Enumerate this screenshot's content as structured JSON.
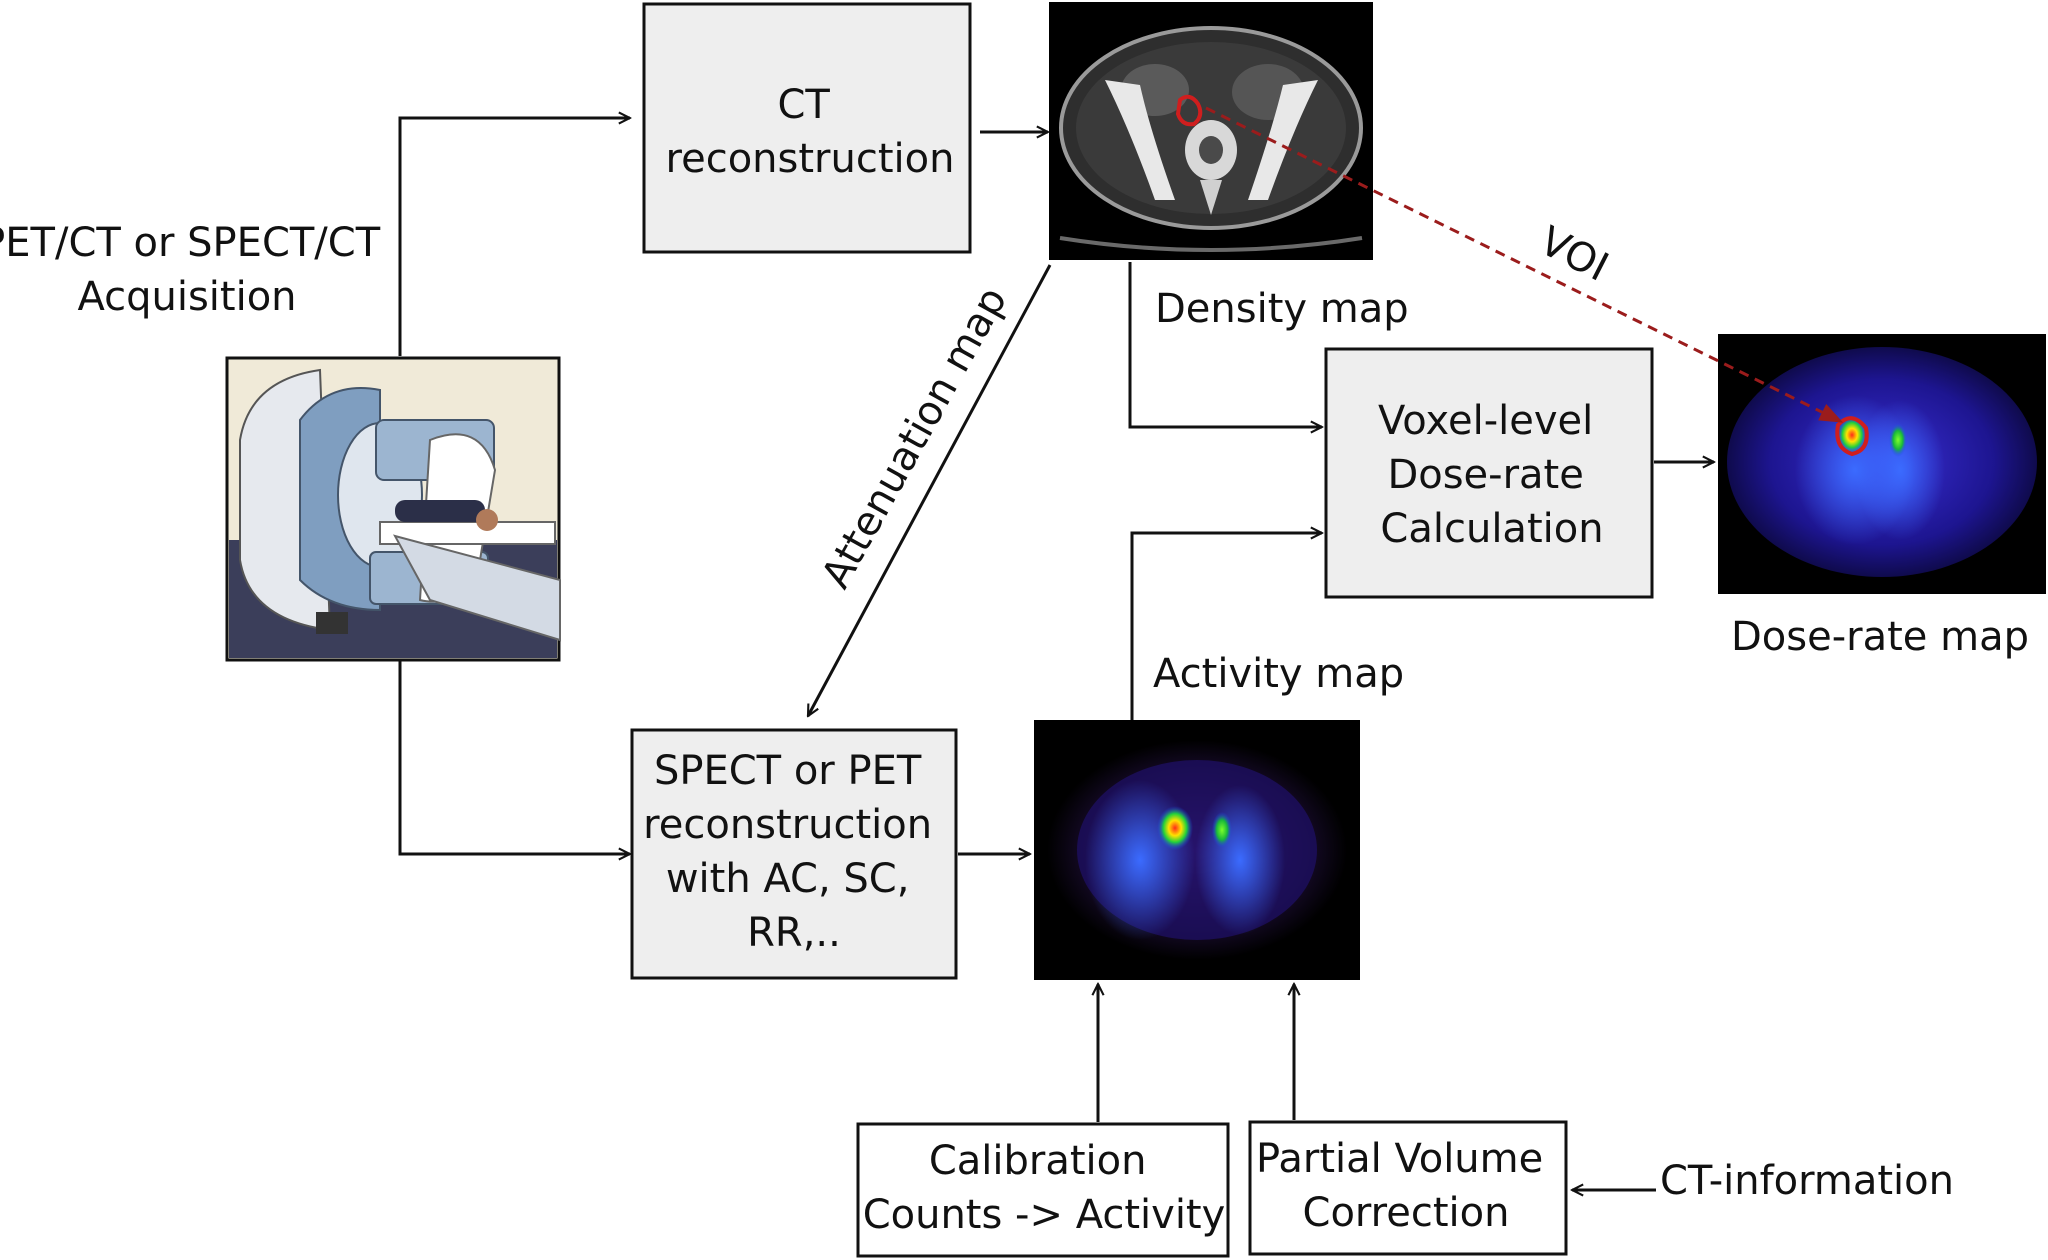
{
  "diagram": {
    "acquisition_label": [
      "PET/CT or SPECT/CT",
      "Acquisition"
    ],
    "ct_reconstruction": [
      "CT",
      "reconstruction"
    ],
    "spect_pet_reconstruction": [
      "SPECT or PET",
      "reconstruction",
      "with AC, SC,",
      "RR,.."
    ],
    "voxel_dose": [
      "Voxel-level",
      "Dose-rate",
      "Calculation"
    ],
    "calibration": [
      "Calibration",
      "Counts -> Activity"
    ],
    "partial_volume": [
      "Partial Volume",
      "Correction"
    ],
    "ct_information": "CT-information",
    "density_map": "Density map",
    "activity_map": "Activity map",
    "dose_rate_map": "Dose-rate map",
    "attenuation_map": "Attenuation map",
    "voi": "VOI"
  }
}
